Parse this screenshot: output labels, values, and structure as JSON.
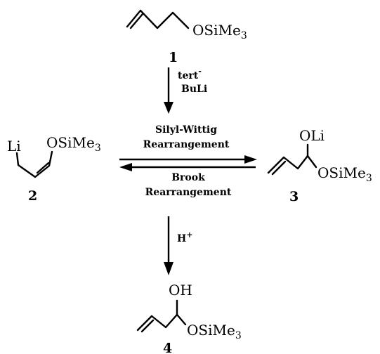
{
  "compounds": {
    "c1": {
      "group": "OSiMe",
      "sub": "3",
      "number": "1"
    },
    "c2": {
      "metal": "Li",
      "group": "OSiMe",
      "sub": "3",
      "number": "2"
    },
    "c3": {
      "top": "OLi",
      "group": "OSiMe",
      "sub": "3",
      "number": "3"
    },
    "c4": {
      "top": "OH",
      "group": "OSiMe",
      "sub": "3",
      "number": "4"
    }
  },
  "reagents": {
    "r1": {
      "line1": "tert",
      "line1_sup": "-",
      "line2": "BuLi"
    },
    "forward": {
      "line1": "Silyl-Wittig",
      "line2": "Rearrangement"
    },
    "backward": {
      "line1": "Brook",
      "line2": "Rearrangement"
    },
    "r3": {
      "base": "H",
      "sup": "+"
    }
  }
}
